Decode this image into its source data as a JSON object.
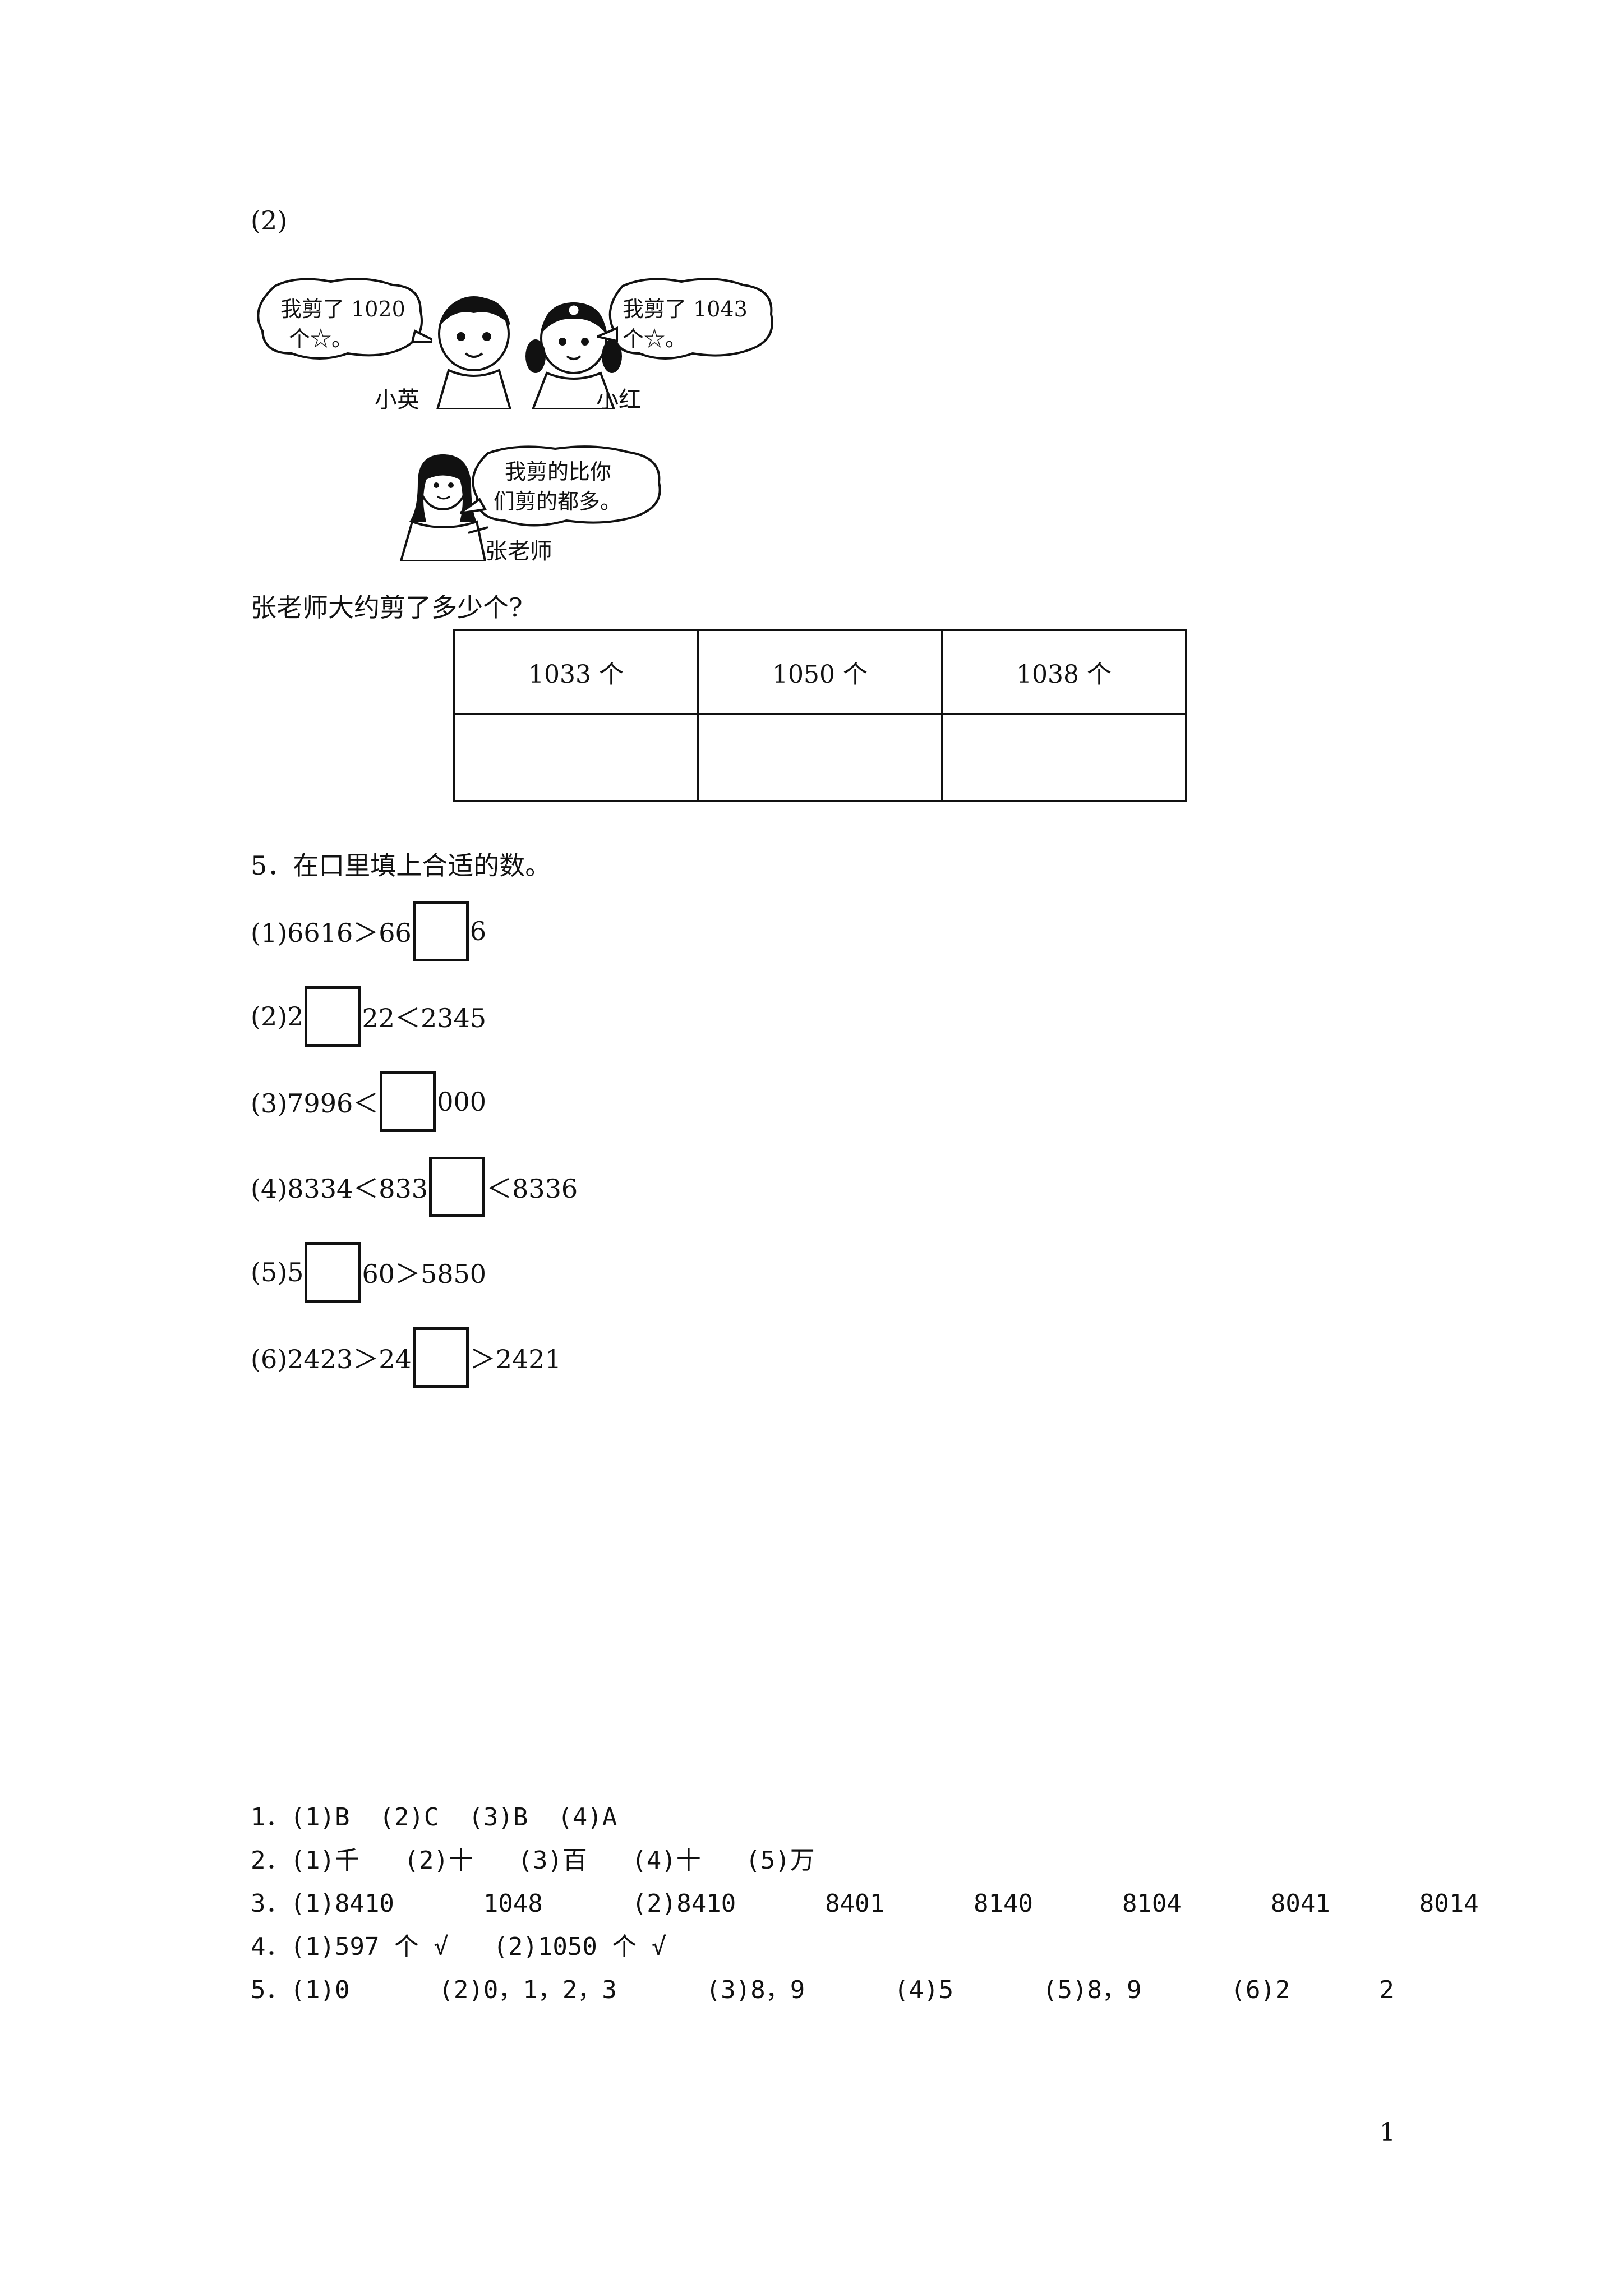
{
  "section4": {
    "part_label": "(2)",
    "xiaoying": {
      "speech_line1": "我剪了 1020",
      "speech_line2": "个☆。",
      "name": "小英"
    },
    "xiaohong": {
      "speech_line1": "我剪了 1043",
      "speech_line2": "个☆。",
      "name": "小红"
    },
    "teacher": {
      "speech_line1": "我剪的比你",
      "speech_line2": "们剪的都多。",
      "name": "张老师"
    },
    "question": "张老师大约剪了多少个?",
    "options": [
      "1033 个",
      "1050 个",
      "1038 个"
    ]
  },
  "section5": {
    "title": "5．在口里填上合适的数。",
    "items": [
      {
        "prefix": "(1)6616＞66",
        "suffix": "6"
      },
      {
        "prefix": "(2)2",
        "suffix": "22＜2345"
      },
      {
        "prefix": "(3)7996＜",
        "suffix": "000"
      },
      {
        "prefix": "(4)8334＜833",
        "suffix": "＜8336"
      },
      {
        "prefix": "(5)5",
        "suffix": "60＞5850"
      },
      {
        "prefix": "(6)2423＞24",
        "suffix": "＞2421"
      }
    ]
  },
  "answers": [
    "1．(1)B  (2)C  (3)B  (4)A",
    "2．(1)千   (2)十   (3)百   (4)十   (5)万",
    "3．(1)8410      1048      (2)8410      8401      8140      8104      8041      8014",
    "4．(1)597 个 √   (2)1050 个 √",
    "5．(1)0      (2)0，1，2，3      (3)8，9      (4)5      (5)8，9      (6)2      2"
  ],
  "page_number": "1"
}
